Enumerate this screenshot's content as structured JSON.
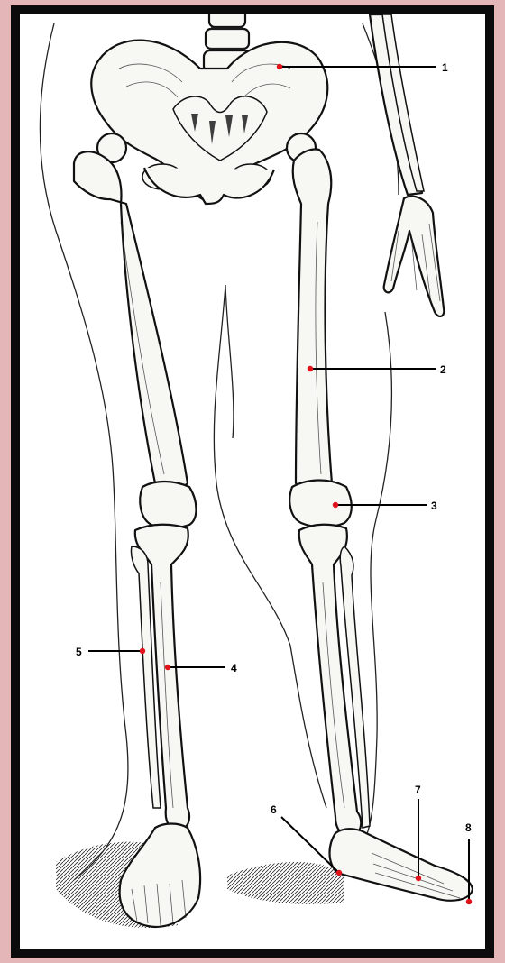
{
  "labels": [
    {
      "id": "1",
      "text": "1"
    },
    {
      "id": "2",
      "text": "2"
    },
    {
      "id": "3",
      "text": "3"
    },
    {
      "id": "4",
      "text": "4"
    },
    {
      "id": "5",
      "text": "5"
    },
    {
      "id": "6",
      "text": "6"
    },
    {
      "id": "7",
      "text": "7"
    },
    {
      "id": "8",
      "text": "8"
    }
  ],
  "colors": {
    "page_background": "#e4b6b7",
    "frame": "#0b0b0b",
    "paper": "#ffffff",
    "marker": "#e0121a",
    "ink": "#111111"
  },
  "figure": {
    "subject": "skeleton-lower-limbs-anterior-view",
    "style": "engraving"
  }
}
